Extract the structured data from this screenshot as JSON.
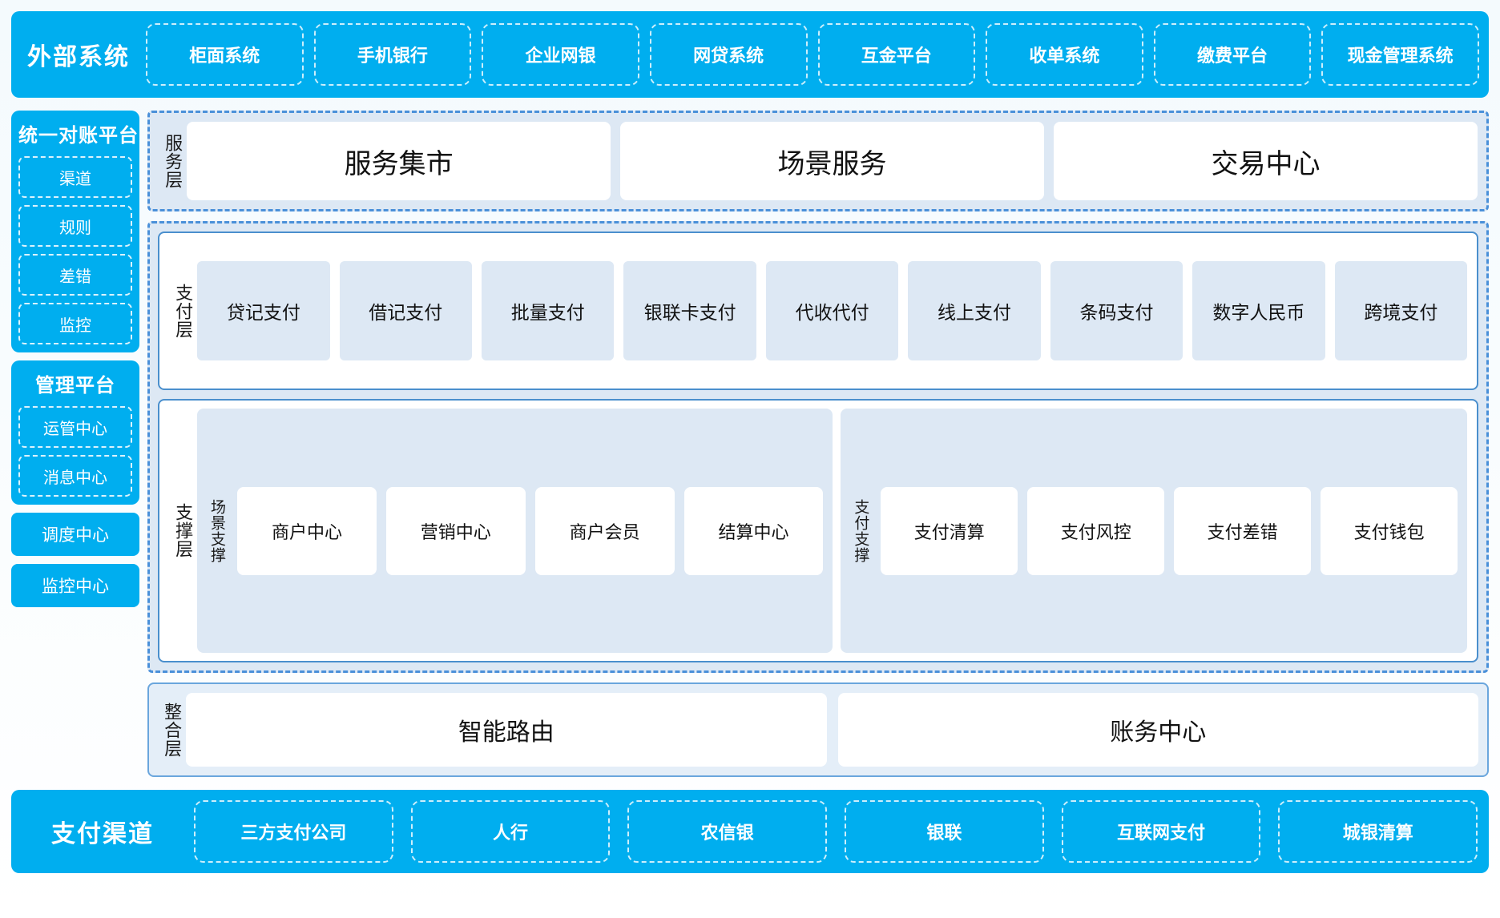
{
  "external_systems": {
    "title": "外部系统",
    "items": [
      "柜面系统",
      "手机银行",
      "企业网银",
      "网贷系统",
      "互金平台",
      "收单系统",
      "缴费平台",
      "现金管理系统"
    ]
  },
  "sidebar": {
    "reconciliation_platform": {
      "title": "统一对账平台",
      "items": [
        "渠道",
        "规则",
        "差错",
        "监控"
      ]
    },
    "management_platform": {
      "title": "管理平台",
      "items": [
        "运管中心",
        "消息中心"
      ]
    },
    "standalone": [
      "调度中心",
      "监控中心"
    ]
  },
  "service_layer": {
    "label": "服务层",
    "items": [
      "服务集市",
      "场景服务",
      "交易中心"
    ]
  },
  "payment_layer": {
    "label": "支付层",
    "items": [
      "贷记支付",
      "借记支付",
      "批量支付",
      "银联卡支付",
      "代收代付",
      "线上支付",
      "条码支付",
      "数字人民币",
      "跨境支付"
    ]
  },
  "support_layer": {
    "label": "支撑层",
    "groups": [
      {
        "label": "场景支撑",
        "items": [
          "商户中心",
          "营销中心",
          "商户会员",
          "结算中心"
        ]
      },
      {
        "label": "支付支撑",
        "items": [
          "支付清算",
          "支付风控",
          "支付差错",
          "支付钱包"
        ]
      }
    ]
  },
  "integration_layer": {
    "label": "整合层",
    "items": [
      "智能路由",
      "账务中心"
    ]
  },
  "payment_channels": {
    "title": "支付渠道",
    "items": [
      "三方支付公司",
      "人行",
      "农信银",
      "银联",
      "互联网支付",
      "城银清算"
    ]
  },
  "colors": {
    "brand_cyan": "#00AEEF",
    "panel_blue": "#dde8f4",
    "border_blue": "#4a90d9",
    "card_white": "#ffffff"
  }
}
